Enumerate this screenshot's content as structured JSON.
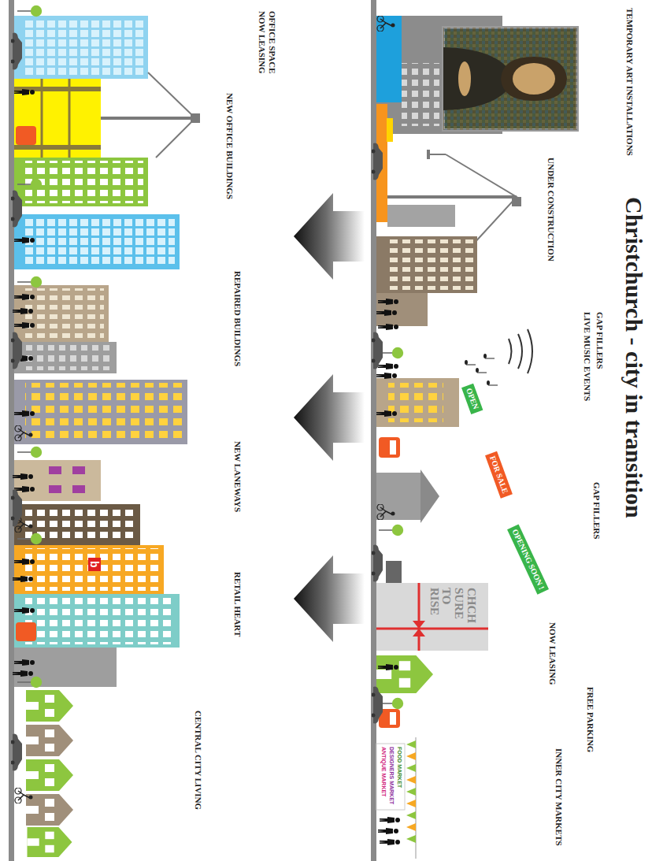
{
  "diagram": {
    "title": "Christchurch - city in transition",
    "labels": [
      "TEMPORARY ART INSTALLATIONS",
      "UNDER CONSTRUCTION",
      "GAP FILLERS",
      "LIVE MUSIC EVENTS",
      "OPEN",
      "FOR SALE",
      "GAP FILLERS",
      "OPENING SOON !",
      "NOW LEASING",
      "CHCH SURE TO RISE",
      "FREE PARKING",
      "INNER CITY MARKETS",
      "FOOD MARKET",
      "DESIGNERS MARKET",
      "ANTIQUE MARKET",
      "OFFICE SPACE NOW LEASING",
      "NEW OFFICE BUILDINGS",
      "REPAIRED BUILDINGS",
      "NEW LANEWAYS",
      "RETAIL HEART",
      "b",
      "CENTRAL CITY LIVING"
    ]
  }
}
